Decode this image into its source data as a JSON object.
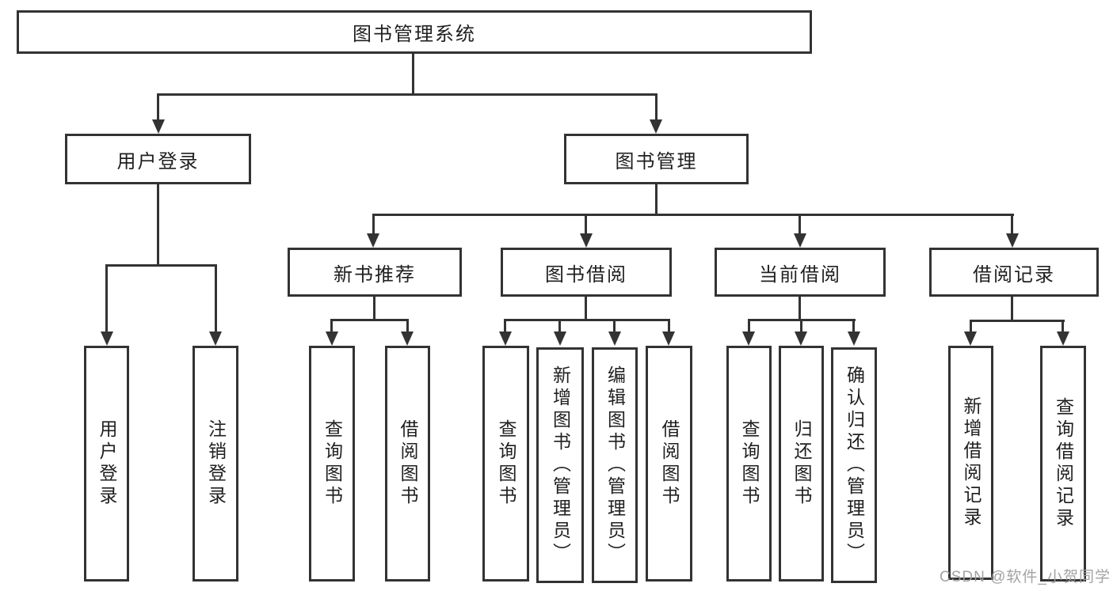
{
  "diagram": {
    "type": "org-tree",
    "tree": {
      "label": "图书管理系统",
      "children": [
        {
          "label": "用户登录",
          "children": [
            {
              "label": "用户登录"
            },
            {
              "label": "注销登录"
            }
          ]
        },
        {
          "label": "图书管理",
          "children": [
            {
              "label": "新书推荐",
              "children": [
                {
                  "label": "查询图书"
                },
                {
                  "label": "借阅图书"
                }
              ]
            },
            {
              "label": "图书借阅",
              "children": [
                {
                  "label": "查询图书"
                },
                {
                  "label": "新增图书（管理员）"
                },
                {
                  "label": "编辑图书（管理员）"
                },
                {
                  "label": "借阅图书"
                }
              ]
            },
            {
              "label": "当前借阅",
              "children": [
                {
                  "label": "查询图书"
                },
                {
                  "label": "归还图书"
                },
                {
                  "label": "确认归还（管理员）"
                }
              ]
            },
            {
              "label": "借阅记录",
              "children": [
                {
                  "label": "新增借阅记录"
                },
                {
                  "label": "查询借阅记录"
                }
              ]
            }
          ]
        }
      ]
    },
    "colors": {
      "line": "#333333",
      "text": "#1f1f1f",
      "box_background": "#ffffff",
      "watermark": "#9e9e9e"
    }
  },
  "watermark": {
    "text": "CSDN @软件_小贺同学"
  }
}
